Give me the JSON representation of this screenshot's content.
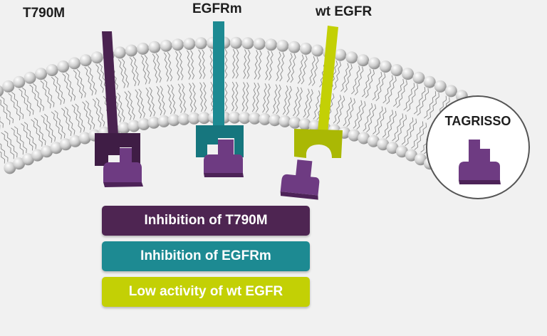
{
  "receptors": {
    "t790m": {
      "label": "T790M",
      "color": "#4a2350"
    },
    "egfrm": {
      "label": "EGFRm",
      "color": "#1d8a92"
    },
    "wt_egfr": {
      "label": "wt EGFR",
      "color": "#c3d005"
    }
  },
  "drug": {
    "label": "TAGRISSO",
    "color": "#6e3b82"
  },
  "outcomes": [
    {
      "label": "Inhibition of T790M",
      "color": "#4e2552"
    },
    {
      "label": "Inhibition of EGFRm",
      "color": "#1d8a92"
    },
    {
      "label": "Low activity of wt EGFR",
      "color": "#c3d005"
    }
  ]
}
